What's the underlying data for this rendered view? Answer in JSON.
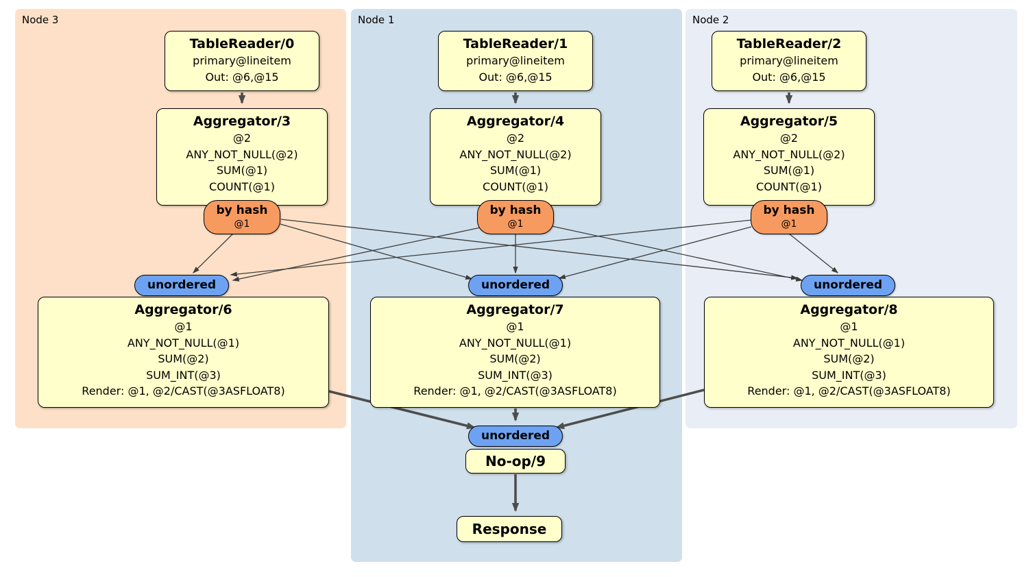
{
  "regions": [
    {
      "label": "Node 3"
    },
    {
      "label": "Node 1"
    },
    {
      "label": "Node 2"
    }
  ],
  "boxes": {
    "tablereader0": {
      "title": "TableReader/0",
      "lines": [
        "primary@lineitem",
        "Out: @6,@15"
      ]
    },
    "tablereader1": {
      "title": "TableReader/1",
      "lines": [
        "primary@lineitem",
        "Out: @6,@15"
      ]
    },
    "tablereader2": {
      "title": "TableReader/2",
      "lines": [
        "primary@lineitem",
        "Out: @6,@15"
      ]
    },
    "aggregator3": {
      "title": "Aggregator/3",
      "lines": [
        "@2",
        "ANY_NOT_NULL(@2)",
        "SUM(@1)",
        "COUNT(@1)"
      ]
    },
    "aggregator4": {
      "title": "Aggregator/4",
      "lines": [
        "@2",
        "ANY_NOT_NULL(@2)",
        "SUM(@1)",
        "COUNT(@1)"
      ]
    },
    "aggregator5": {
      "title": "Aggregator/5",
      "lines": [
        "@2",
        "ANY_NOT_NULL(@2)",
        "SUM(@1)",
        "COUNT(@1)"
      ]
    },
    "aggregator6": {
      "title": "Aggregator/6",
      "lines": [
        "@1",
        "ANY_NOT_NULL(@1)",
        "SUM(@2)",
        "SUM_INT(@3)",
        "Render: @1, @2/CAST(@3ASFLOAT8)"
      ]
    },
    "aggregator7": {
      "title": "Aggregator/7",
      "lines": [
        "@1",
        "ANY_NOT_NULL(@1)",
        "SUM(@2)",
        "SUM_INT(@3)",
        "Render: @1, @2/CAST(@3ASFLOAT8)"
      ]
    },
    "aggregator8": {
      "title": "Aggregator/8",
      "lines": [
        "@1",
        "ANY_NOT_NULL(@1)",
        "SUM(@2)",
        "SUM_INT(@3)",
        "Render: @1, @2/CAST(@3ASFLOAT8)"
      ]
    },
    "noop": {
      "title": "No-op/9"
    },
    "response": {
      "title": "Response"
    }
  },
  "routers": {
    "byhash": {
      "label": "by hash",
      "detail": "@1"
    }
  },
  "streams": {
    "unordered_label": "unordered"
  },
  "colors": {
    "node3_bg": "#fde0c7",
    "node1_bg": "#cfdfeb",
    "node2_bg": "#e8edf6",
    "processor_fill": "#ffffcc",
    "hash_router_fill": "#f69a60",
    "stream_fill": "#6da2f2",
    "edge": "#4d4d4d"
  }
}
